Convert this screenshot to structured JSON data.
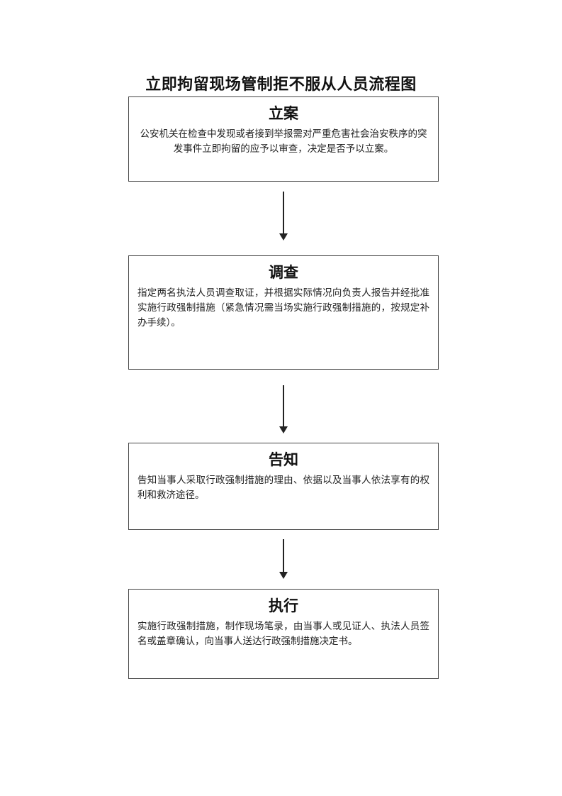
{
  "page": {
    "title": "立即拘留现场管制拒不服从人员流程图"
  },
  "flowchart": {
    "steps": [
      {
        "heading": "立案",
        "body": "公安机关在检查中发现或者接到举报需对严重危害社会治安秩序的突发事件立即拘留的应予以审查，决定是否予以立案。"
      },
      {
        "heading": "调查",
        "body": "指定两名执法人员调查取证，并根据实际情况向负责人报告并经批准实施行政强制措施（紧急情况需当场实施行政强制措施的，按规定补办手续）。"
      },
      {
        "heading": "告知",
        "body": "告知当事人采取行政强制措施的理由、依据以及当事人依法享有的权利和救济途径。"
      },
      {
        "heading": "执行",
        "body": "实施行政强制措施，制作现场笔录，由当事人或见证人、执法人员签名或盖章确认，向当事人送达行政强制措施决定书。"
      }
    ]
  }
}
